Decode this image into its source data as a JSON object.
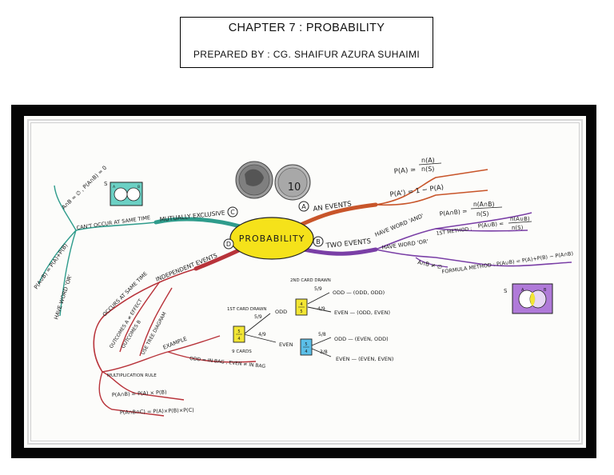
{
  "header": {
    "chapter_title": "CHAPTER 7 : PROBABILITY",
    "prepared_by": "PREPARED BY : CG. SHAIFUR AZURA SUHAIMI"
  },
  "map": {
    "center": "PROBABILITY",
    "an_events": {
      "marker": "A",
      "label": "AN EVENTS",
      "p_a": "P(A) =",
      "p_a_num": "n(A)",
      "p_a_den": "n(S)",
      "p_a_complement": "P(A') = 1 − P(A)"
    },
    "two_events": {
      "marker": "B",
      "label": "TWO EVENTS",
      "have_and": "HAVE WORD 'AND'",
      "p_and": "P(A∩B) =",
      "p_and_num": "n(A∩B)",
      "p_and_den": "n(S)",
      "first_method": "1ST METHOD :",
      "first_p_union": "P(A∪B) =",
      "first_num": "n(A∪B)",
      "first_den": "n(S)",
      "have_or": "HAVE WORD 'OR'",
      "formula_method": "FORMULA METHOD : P(A∪B) = P(A)+P(B) − P(A∩B)",
      "not_empty": "A∩B ≠ ∅",
      "venn_s": "S",
      "venn_a": "A",
      "venn_b": "B"
    },
    "mutually_exclusive": {
      "marker": "C",
      "label": "MUTUALLY EXCLUSIVE",
      "cant_occur": "CAN'T OCCUR AT SAME TIME",
      "empty_intersection": "A∩B = ∅ , P(A∩B) = 0",
      "union_formula": "P(A∪B) = P(A)+P(B)",
      "have_or": "HAVE WORD 'OR'",
      "venn_s": "S",
      "venn_a": "A",
      "venn_b": "B"
    },
    "independent": {
      "marker": "D",
      "label": "INDEPENDENT EVENTS",
      "occurs_same_time": "OCCURS AT SAME TIME",
      "outcomes_a": "OUTCOMES A ≠ EFFECT",
      "outcomes_b": "OUTCOMES B",
      "use_tree": "USE TREE DIAGRAM",
      "example": "EXAMPLE",
      "odd_even_note": "ODD = IN BAG , EVEN ≠ IN BAG",
      "multiplication_rule": "MULTIPLICATION RULE",
      "rule_two": "P(A∩B) = P(A) × P(B)",
      "rule_three": "P(A∩B∩C) = P(A)×P(B)×P(C)"
    },
    "tree": {
      "first_card_drawn": "1ST CARD DRAWN",
      "second_card_drawn": "2ND CARD DRAWN",
      "nine_cards": "9 CARDS",
      "card1_odd": "5",
      "card1_even": "4",
      "card2_odd": "4",
      "card2_even": "5",
      "p_odd": "5/9",
      "p_even": "4/9",
      "odd": "ODD",
      "even": "EVEN",
      "odd_odd_p": "5/9",
      "odd_even_p": "4/9",
      "odd_odd": "ODD — (ODD, ODD)",
      "odd_even": "EVEN — (ODD, EVEN)",
      "even_odd_p": "5/8",
      "even_even_p": "3/8",
      "even_odd": "ODD — (EVEN, ODD)",
      "even_even": "EVEN — (EVEN, EVEN)"
    },
    "coins": {
      "coin_number": "10"
    }
  },
  "colors": {
    "frame": "#050505",
    "center_fill": "#f5e21a",
    "branch_an_events": "#c8552a",
    "branch_two_events": "#7a3fa6",
    "branch_mutually_exclusive": "#2f9c8c",
    "branch_independent": "#b8333a",
    "venn_box_c": "#6bd0c4",
    "venn_box_b": "#b07ad9",
    "card_yellow": "#f3e634",
    "card_blue": "#5bbfe8"
  }
}
